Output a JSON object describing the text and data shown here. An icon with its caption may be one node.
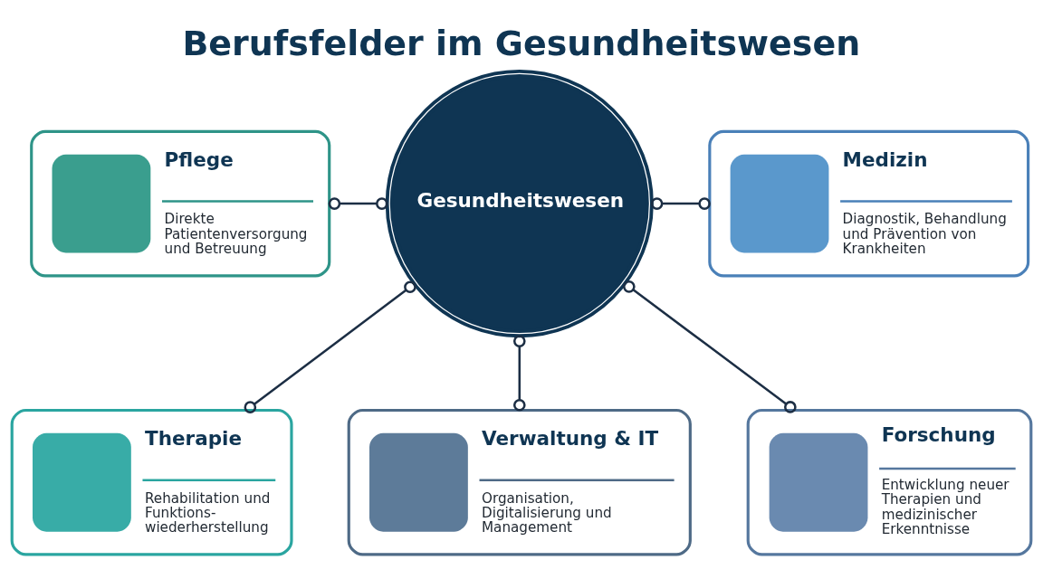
{
  "diagram": {
    "title": "Berufsfelder im Gesundheitswesen",
    "nodes": [
      {
        "text": [
          "Pflege",
          "Direkte Patientenversorgung und Betreuung"
        ]
      },
      {
        "text": [
          "Gesundheitswesen"
        ]
      },
      {
        "text": [
          "Medizin",
          "Diagnostik, Behandlung und Prävention von Krankheiten"
        ]
      },
      {
        "text": [
          "Therapie",
          "Rehabilitation und Funktions- wiederherstellung"
        ]
      },
      {
        "text": [
          "Verwaltung & IT",
          "Organisation, Digitalisierung und Management"
        ]
      },
      {
        "text": [
          "Forschung",
          "Entwicklung neuer Therapien und medizinischer Erkenntnisse"
        ]
      }
    ],
    "edges": [
      {
        "from": 0,
        "to": 1,
        "arrow": "other"
      },
      {
        "from": 1,
        "to": 2,
        "arrow": "other"
      },
      {
        "from": 1,
        "to": 3,
        "arrow": "other"
      },
      {
        "from": 1,
        "to": 4,
        "arrow": "other"
      },
      {
        "from": 1,
        "to": 5,
        "arrow": "other"
      }
    ]
  }
}
